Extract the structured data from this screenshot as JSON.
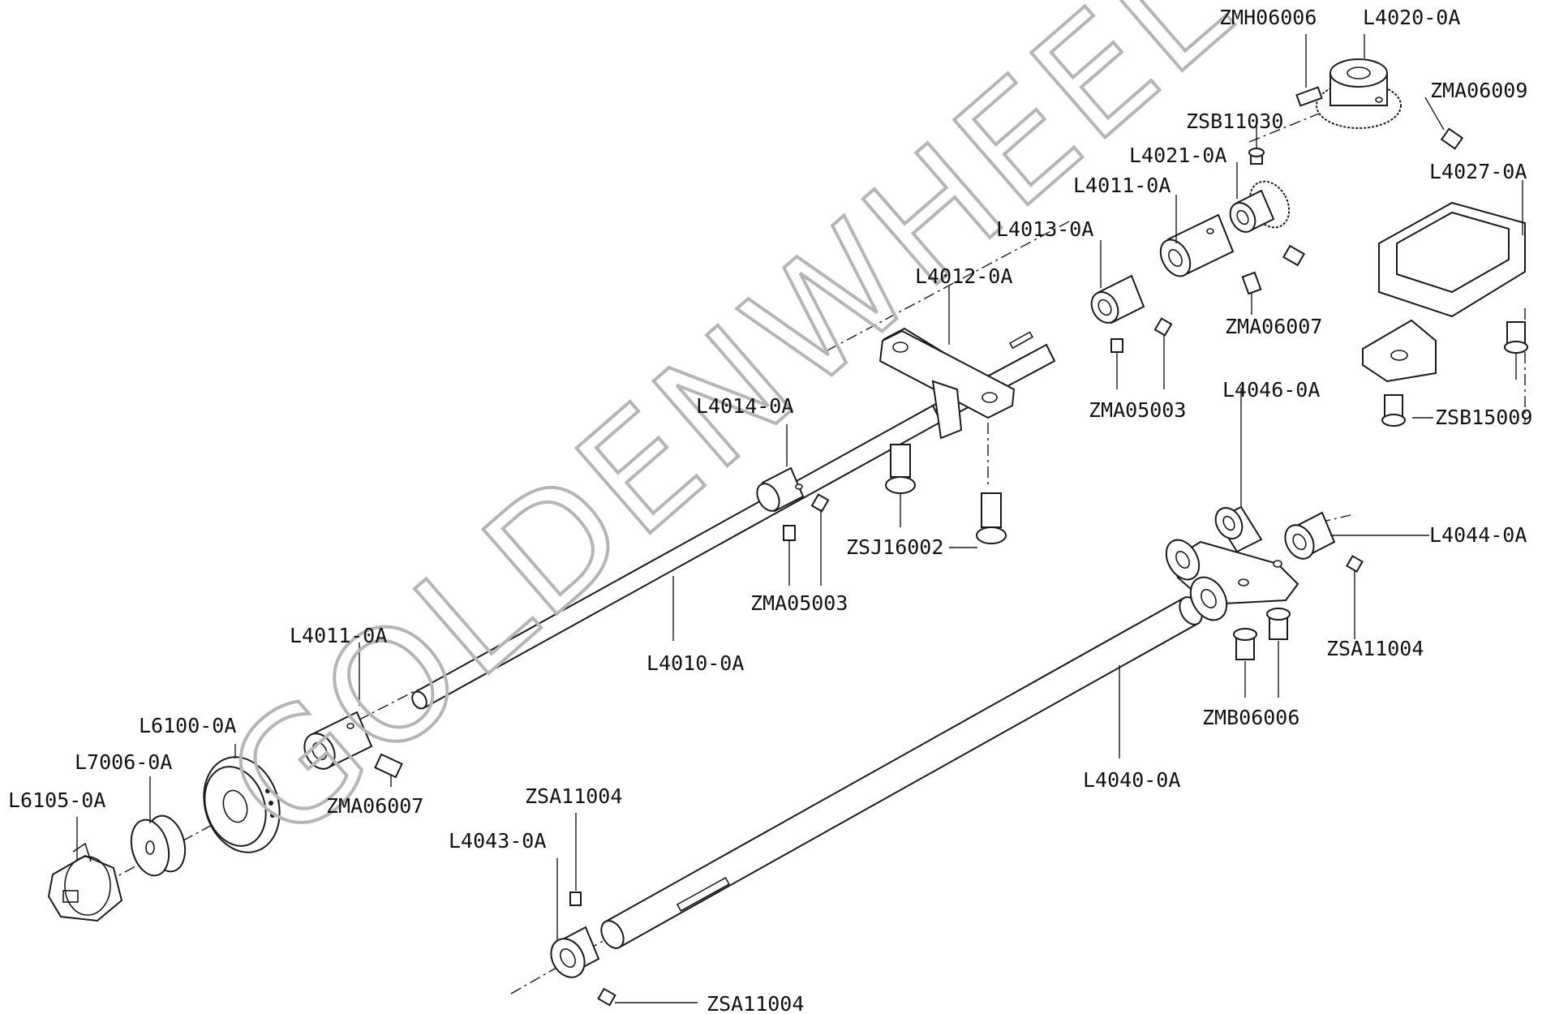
{
  "watermark": "GOLDENWHEEL",
  "labels": {
    "zmh06006": "ZMH06006",
    "l4020_0a": "L4020-0A",
    "zma06009": "ZMA06009",
    "zsb11030": "ZSB11030",
    "l4021_0a": "L4021-0A",
    "l4027_0a": "L4027-0A",
    "l4011_0a_top": "L4011-0A",
    "l4013_0a": "L4013-0A",
    "l4012_0a": "L4012-0A",
    "zma06007_top": "ZMA06007",
    "zma05003_top": "ZMA05003",
    "l4046_0a": "L4046-0A",
    "zsb15009": "ZSB15009",
    "l4014_0a": "L4014-0A",
    "zsj16002": "ZSJ16002",
    "l4044_0a": "L4044-0A",
    "zma05003_mid": "ZMA05003",
    "zsa11004_right": "ZSA11004",
    "l4010_0a": "L4010-0A",
    "zmb06006": "ZMB06006",
    "l4011_0a_bottom": "L4011-0A",
    "l6100_0a": "L6100-0A",
    "l7006_0a": "L7006-0A",
    "l4040_0a": "L4040-0A",
    "zma06007_bottom": "ZMA06007",
    "l6105_0a": "L6105-0A",
    "zsa11004_upper": "ZSA11004",
    "l4043_0a": "L4043-0A",
    "zsa11004_bottom": "ZSA11004"
  }
}
